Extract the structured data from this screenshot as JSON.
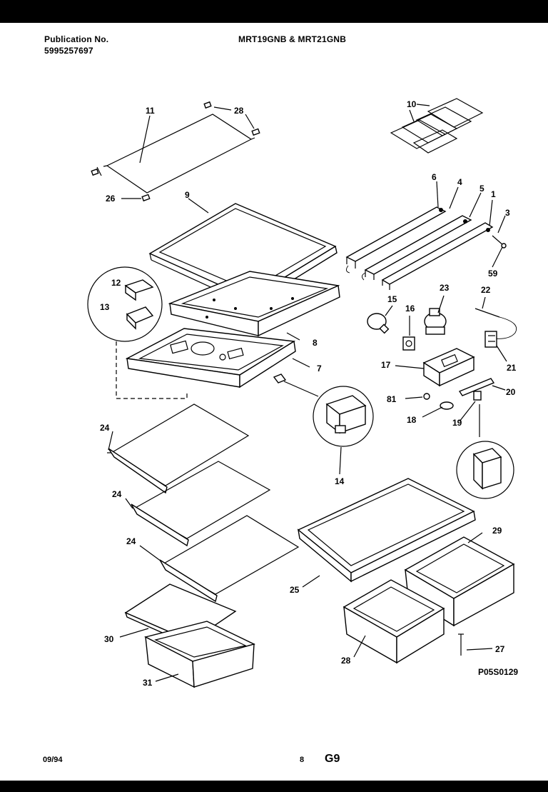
{
  "header": {
    "publication_label": "Publication No.",
    "publication_number": "5995257697",
    "models": "MRT19GNB & MRT21GNB"
  },
  "footer": {
    "date": "09/94",
    "page": "8",
    "section": "G9"
  },
  "figure_code": "P05S0129",
  "callouts": [
    {
      "id": "c11",
      "label": "11"
    },
    {
      "id": "c28a",
      "label": "28"
    },
    {
      "id": "c26",
      "label": "26"
    },
    {
      "id": "c10",
      "label": "10"
    },
    {
      "id": "c9",
      "label": "9"
    },
    {
      "id": "c6a",
      "label": "6"
    },
    {
      "id": "c4",
      "label": "4"
    },
    {
      "id": "c5",
      "label": "5"
    },
    {
      "id": "c1",
      "label": "1"
    },
    {
      "id": "c3",
      "label": "3"
    },
    {
      "id": "c59",
      "label": "59"
    },
    {
      "id": "c12",
      "label": "12"
    },
    {
      "id": "c13",
      "label": "13"
    },
    {
      "id": "c15",
      "label": "15"
    },
    {
      "id": "c16",
      "label": "16"
    },
    {
      "id": "c23",
      "label": "23"
    },
    {
      "id": "c22",
      "label": "22"
    },
    {
      "id": "c8",
      "label": "8"
    },
    {
      "id": "c7",
      "label": "7"
    },
    {
      "id": "c17",
      "label": "17"
    },
    {
      "id": "c21",
      "label": "21"
    },
    {
      "id": "c20",
      "label": "20"
    },
    {
      "id": "c81",
      "label": "81"
    },
    {
      "id": "c18",
      "label": "18"
    },
    {
      "id": "c19",
      "label": "19"
    },
    {
      "id": "c24a",
      "label": "24"
    },
    {
      "id": "c14",
      "label": "14"
    },
    {
      "id": "c24b",
      "label": "24"
    },
    {
      "id": "c24c",
      "label": "24"
    },
    {
      "id": "c29",
      "label": "29"
    },
    {
      "id": "c25",
      "label": "25"
    },
    {
      "id": "c30",
      "label": "30"
    },
    {
      "id": "c28b",
      "label": "28"
    },
    {
      "id": "c27",
      "label": "27"
    },
    {
      "id": "c31",
      "label": "31"
    }
  ]
}
